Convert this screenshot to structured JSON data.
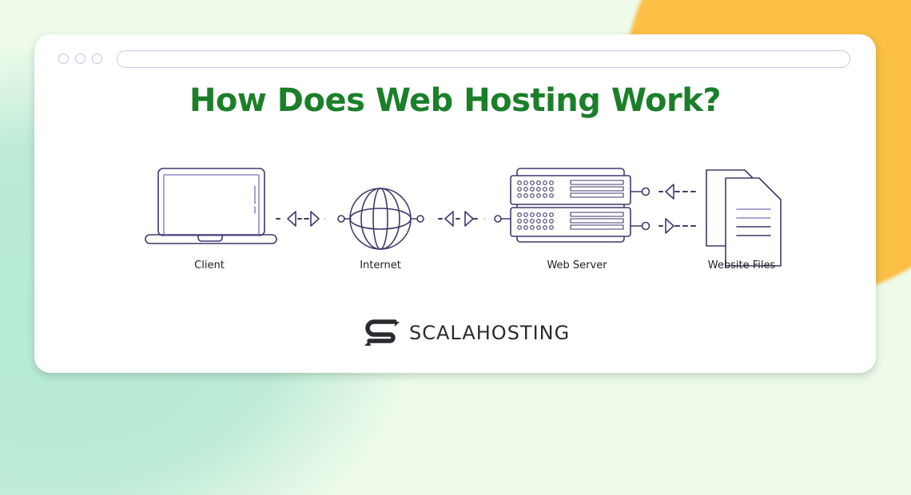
{
  "title": "How Does Web Hosting Work?",
  "browser_chrome": {
    "window_dots": 3,
    "url_value": ""
  },
  "nodes": [
    {
      "id": "client",
      "label": "Client",
      "icon": "laptop-icon"
    },
    {
      "id": "internet",
      "label": "Internet",
      "icon": "globe-icon"
    },
    {
      "id": "web-server",
      "label": "Web Server",
      "icon": "server-icon"
    },
    {
      "id": "website-files",
      "label": "Website Files",
      "icon": "documents-icon"
    }
  ],
  "connections": [
    {
      "from": "client",
      "to": "internet",
      "direction": "bidirectional"
    },
    {
      "from": "internet",
      "to": "web-server",
      "direction": "bidirectional"
    },
    {
      "from": "website-files",
      "to": "web-server",
      "direction": "to-server"
    },
    {
      "from": "web-server",
      "to": "website-files",
      "direction": "to-files"
    }
  ],
  "brand": {
    "name": "SCALAHOSTING",
    "logo_icon": "scalahosting-s-logo-icon"
  },
  "colors": {
    "title": "#1b7f2a",
    "line": "#3d3a6b",
    "line_light": "#8e8bc4",
    "brand": "#2a2b30",
    "bg_green": "#bdebd6",
    "bg_orange": "#fbbf45",
    "bg_base": "#eefbea"
  }
}
